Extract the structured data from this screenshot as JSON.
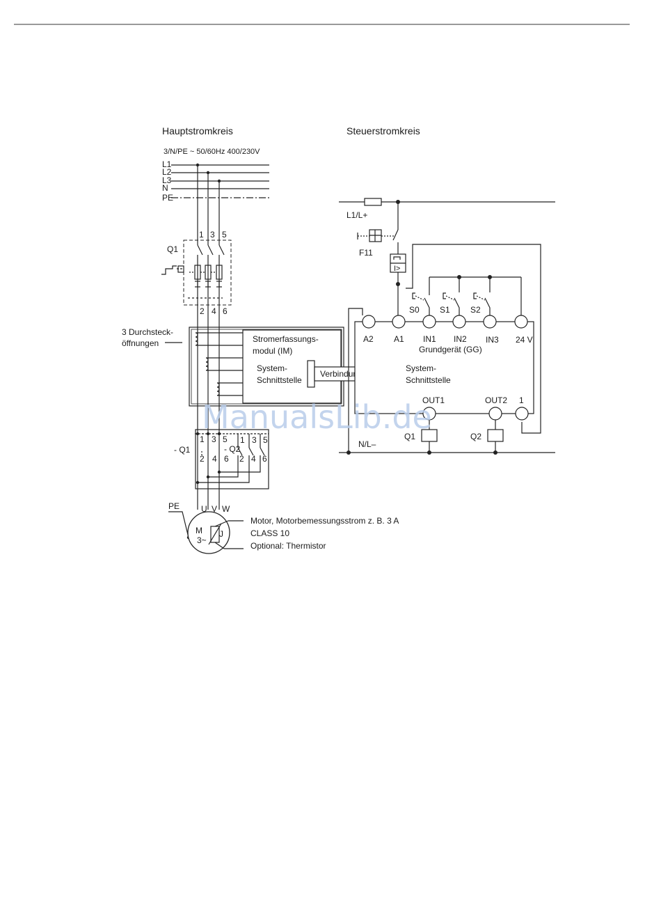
{
  "main_circuit": {
    "title": "Hauptstromkreis",
    "supply": "3/N/PE   ~ 50/60Hz   400/230V",
    "lines": [
      "L1",
      "L2",
      "L3",
      "N",
      "PE"
    ],
    "breaker": "Q1",
    "breaker_top": [
      "1",
      "3",
      "5"
    ],
    "breaker_bottom": [
      "2",
      "4",
      "6"
    ],
    "feedthrough_1": "3 Durchsteck-",
    "feedthrough_2": "öffnungen",
    "im_title_1": "Stromerfassungs-",
    "im_title_2": "modul (IM)",
    "im_if_1": "System-",
    "im_if_2": "Schnittstelle",
    "cable": "Verbindungskabel",
    "contactor1": "- Q1",
    "contactor2": "- Q2",
    "c1_top": [
      "1",
      "3",
      "5"
    ],
    "c1_bottom": [
      "2",
      "4",
      "6"
    ],
    "c2_top": [
      "1",
      "3",
      "5"
    ],
    "c2_bottom": [
      "2",
      "4",
      "6"
    ],
    "pe": "PE",
    "uvw": [
      "U",
      "V",
      "W"
    ],
    "motor_m": "M",
    "motor_3": "3~",
    "thermistor_j": "J",
    "motor_desc_1": "Motor, Motorbemessungsstrom z. B. 3 A",
    "motor_desc_2": "CLASS 10",
    "motor_desc_3": "Optional: Thermistor"
  },
  "control_circuit": {
    "title": "Steuerstromkreis",
    "supply": "L1/L+",
    "fuse": "F11",
    "switches": [
      "S0",
      "S1",
      "S2"
    ],
    "terminals": [
      "A2",
      "A1",
      "IN1",
      "IN2",
      "IN3",
      "24 V"
    ],
    "basic_unit": "Grundgerät (GG)",
    "gg_if_1": "System-",
    "gg_if_2": "Schnittstelle",
    "outputs": [
      "OUT1",
      "OUT2",
      "1"
    ],
    "coils": [
      "Q1",
      "Q2"
    ],
    "neutral": "N/L–"
  },
  "watermark": "ManualsLib.de"
}
